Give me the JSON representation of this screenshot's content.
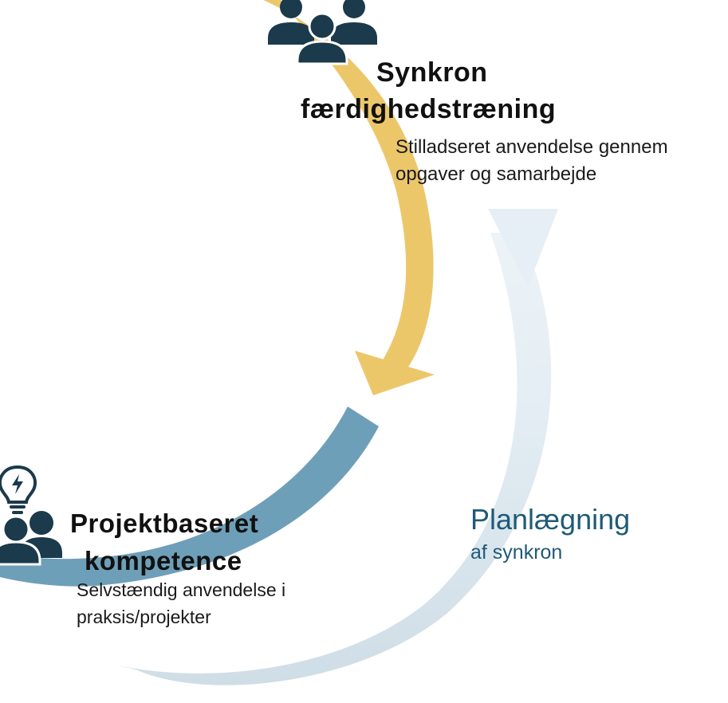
{
  "colors": {
    "sync_arrow": "#ecc76a",
    "project_arrow": "#6e9fb8",
    "planning_arrow": "#e4eef4",
    "icon": "#1b3a4b",
    "planning_text": "#1f5a78",
    "heading_text": "#111111",
    "body_text": "#1a1a1a"
  },
  "icons": {
    "sync_stage": "people-group-icon",
    "project_stage_bulb": "lightbulb-icon",
    "project_stage_people": "people-pair-icon"
  },
  "stages": {
    "sync": {
      "title_line1": "Synkron",
      "title_line2": "færdighedstræning",
      "desc_line1": "Stilladseret anvendelse gennem",
      "desc_line2": "opgaver og samarbejde"
    },
    "project": {
      "title_line1": "Projektbaseret",
      "title_line2": "kompetence",
      "desc_line1": "Selvstændig anvendelse i",
      "desc_line2": "praksis/projekter"
    },
    "planning": {
      "title": "Planlægning",
      "subtitle": "af synkron"
    }
  }
}
